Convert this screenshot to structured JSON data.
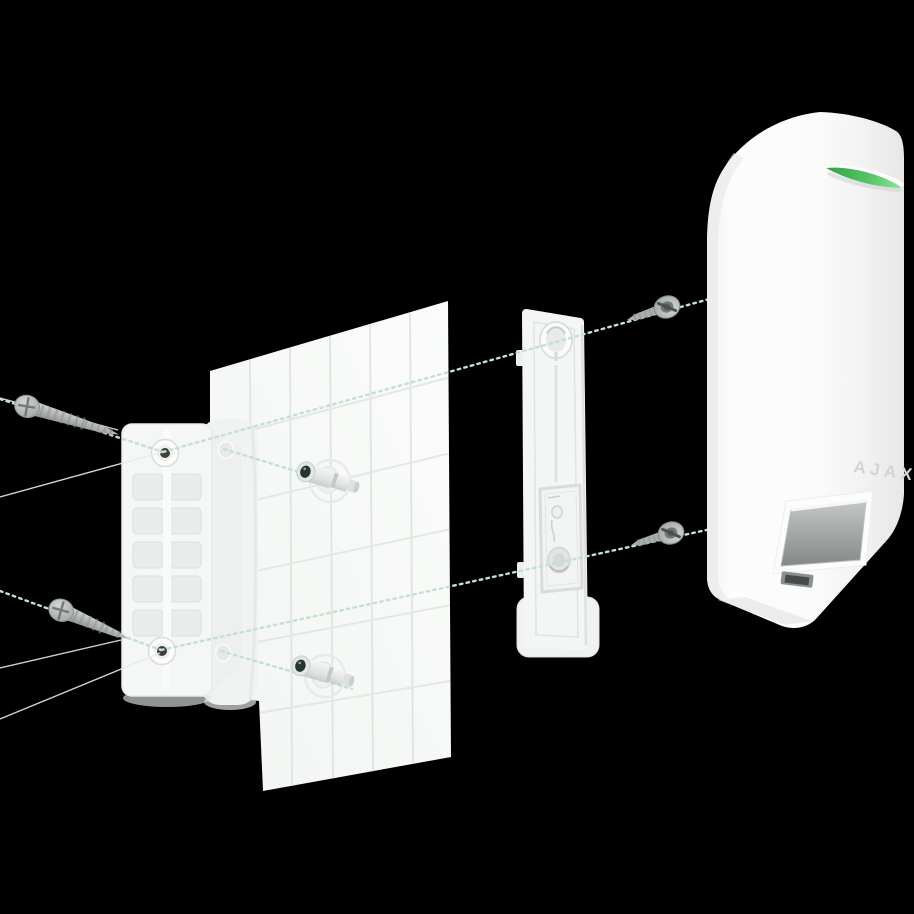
{
  "scene": {
    "title": "Exploded mounting diagram of Ajax curtain motion detector",
    "background_color": "#000000",
    "device": {
      "brand_logo": "AJAX",
      "led_state_color": "#4cc263"
    },
    "colors": {
      "bg": "#000000",
      "plastic": "#f6f7f7",
      "plastic-shade": "#e8ebe9",
      "tile": "#f7f9f8",
      "grout": "#e2e7e4",
      "dash-green": "#c3e0d2",
      "led-green": "#4cc263",
      "metal": "#b3b8b6",
      "metal-dark": "#878d8a",
      "anchor-head": "#24352e",
      "window-gray": "#9ba09e",
      "logo-gray": "#d2d4d3",
      "leader-white": "#e6ebe8"
    },
    "parts": [
      {
        "name": "long-screw-top",
        "type": "screw"
      },
      {
        "name": "long-screw-bottom",
        "type": "screw"
      },
      {
        "name": "corner-mount-bracket",
        "type": "bracket"
      },
      {
        "name": "tiled-wall-section",
        "type": "wall"
      },
      {
        "name": "wall-anchor-top",
        "type": "dowel"
      },
      {
        "name": "wall-anchor-bottom",
        "type": "dowel"
      },
      {
        "name": "smartbracket-mounting-plate",
        "type": "plate"
      },
      {
        "name": "short-screw-top",
        "type": "screw"
      },
      {
        "name": "short-screw-bottom",
        "type": "screw"
      },
      {
        "name": "curtain-detector-device",
        "type": "device"
      },
      {
        "name": "alignment-guides",
        "type": "dashed-lines"
      }
    ]
  }
}
